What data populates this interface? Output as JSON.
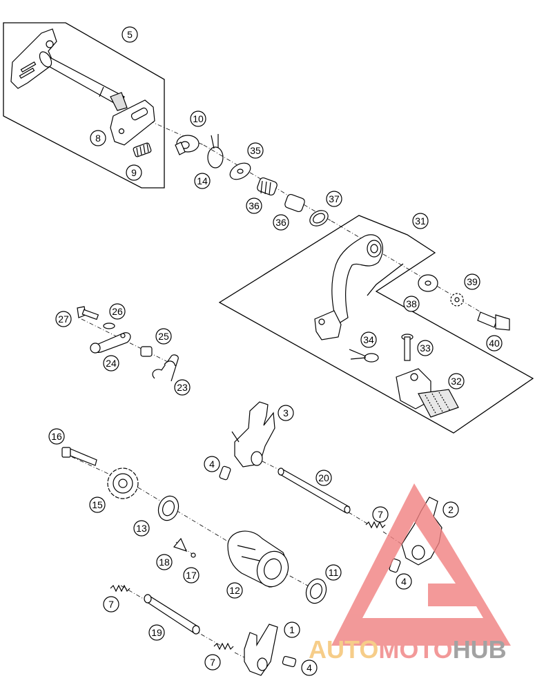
{
  "callouts": [
    {
      "id": "c5",
      "label": "5"
    },
    {
      "id": "c10",
      "label": "10"
    },
    {
      "id": "c8",
      "label": "8"
    },
    {
      "id": "c9",
      "label": "9"
    },
    {
      "id": "c14",
      "label": "14"
    },
    {
      "id": "c35",
      "label": "35"
    },
    {
      "id": "c36a",
      "label": "36"
    },
    {
      "id": "c36b",
      "label": "36"
    },
    {
      "id": "c37",
      "label": "37"
    },
    {
      "id": "c31",
      "label": "31"
    },
    {
      "id": "c39",
      "label": "39"
    },
    {
      "id": "c38",
      "label": "38"
    },
    {
      "id": "c40",
      "label": "40"
    },
    {
      "id": "c34",
      "label": "34"
    },
    {
      "id": "c33",
      "label": "33"
    },
    {
      "id": "c32",
      "label": "32"
    },
    {
      "id": "c27",
      "label": "27"
    },
    {
      "id": "c26",
      "label": "26"
    },
    {
      "id": "c25",
      "label": "25"
    },
    {
      "id": "c24",
      "label": "24"
    },
    {
      "id": "c23",
      "label": "23"
    },
    {
      "id": "c3",
      "label": "3"
    },
    {
      "id": "c4a",
      "label": "4"
    },
    {
      "id": "c20",
      "label": "20"
    },
    {
      "id": "c16",
      "label": "16"
    },
    {
      "id": "c15",
      "label": "15"
    },
    {
      "id": "c13",
      "label": "13"
    },
    {
      "id": "c7a",
      "label": "7"
    },
    {
      "id": "c2",
      "label": "2"
    },
    {
      "id": "c18",
      "label": "18"
    },
    {
      "id": "c17",
      "label": "17"
    },
    {
      "id": "c11",
      "label": "11"
    },
    {
      "id": "c12",
      "label": "12"
    },
    {
      "id": "c4b",
      "label": "4"
    },
    {
      "id": "c7b",
      "label": "7"
    },
    {
      "id": "c19",
      "label": "19"
    },
    {
      "id": "c1",
      "label": "1"
    },
    {
      "id": "c7c",
      "label": "7"
    },
    {
      "id": "c4c",
      "label": "4"
    }
  ],
  "watermark": {
    "part1": "AUTO",
    "part2": "MOTO",
    "part3": "HUB",
    "color1": "#f5c16c",
    "color2": "#f08080",
    "color3": "#8c8c8c",
    "logo_color": "#f08080"
  }
}
